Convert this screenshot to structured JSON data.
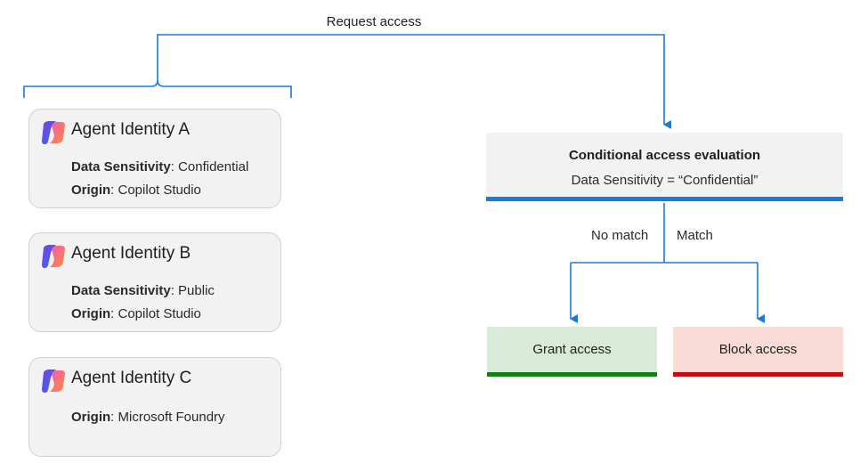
{
  "request_label": "Request access",
  "agents": [
    {
      "title": "Agent Identity A",
      "attributes": [
        {
          "key": "Data Sensitivity",
          "value": ": Confidential"
        },
        {
          "key": "Origin",
          "value": ": Copilot Studio"
        }
      ]
    },
    {
      "title": "Agent Identity B",
      "attributes": [
        {
          "key": "Data Sensitivity",
          "value": ": Public"
        },
        {
          "key": "Origin",
          "value": ": Copilot Studio"
        }
      ]
    },
    {
      "title": "Agent Identity C",
      "attributes": [
        {
          "key": "Origin",
          "value": ": Microsoft Foundry"
        }
      ]
    }
  ],
  "evaluation": {
    "title": "Conditional access evaluation",
    "condition": "Data Sensitivity = “Confidential”"
  },
  "branches": {
    "no_match": "No match",
    "match": "Match"
  },
  "outcomes": {
    "grant": "Grant access",
    "block": "Block access"
  },
  "colors": {
    "connector": "#1a7bd3",
    "eval_bar": "#1a7bd3",
    "grant_bar": "#138013",
    "block_bar": "#c20f0f",
    "grant_bg": "#d9ead8",
    "block_bg": "#f9dcd6",
    "card_bg": "#f2f2f2"
  },
  "icons": {
    "agent": "copilot-studio-logo-icon"
  }
}
